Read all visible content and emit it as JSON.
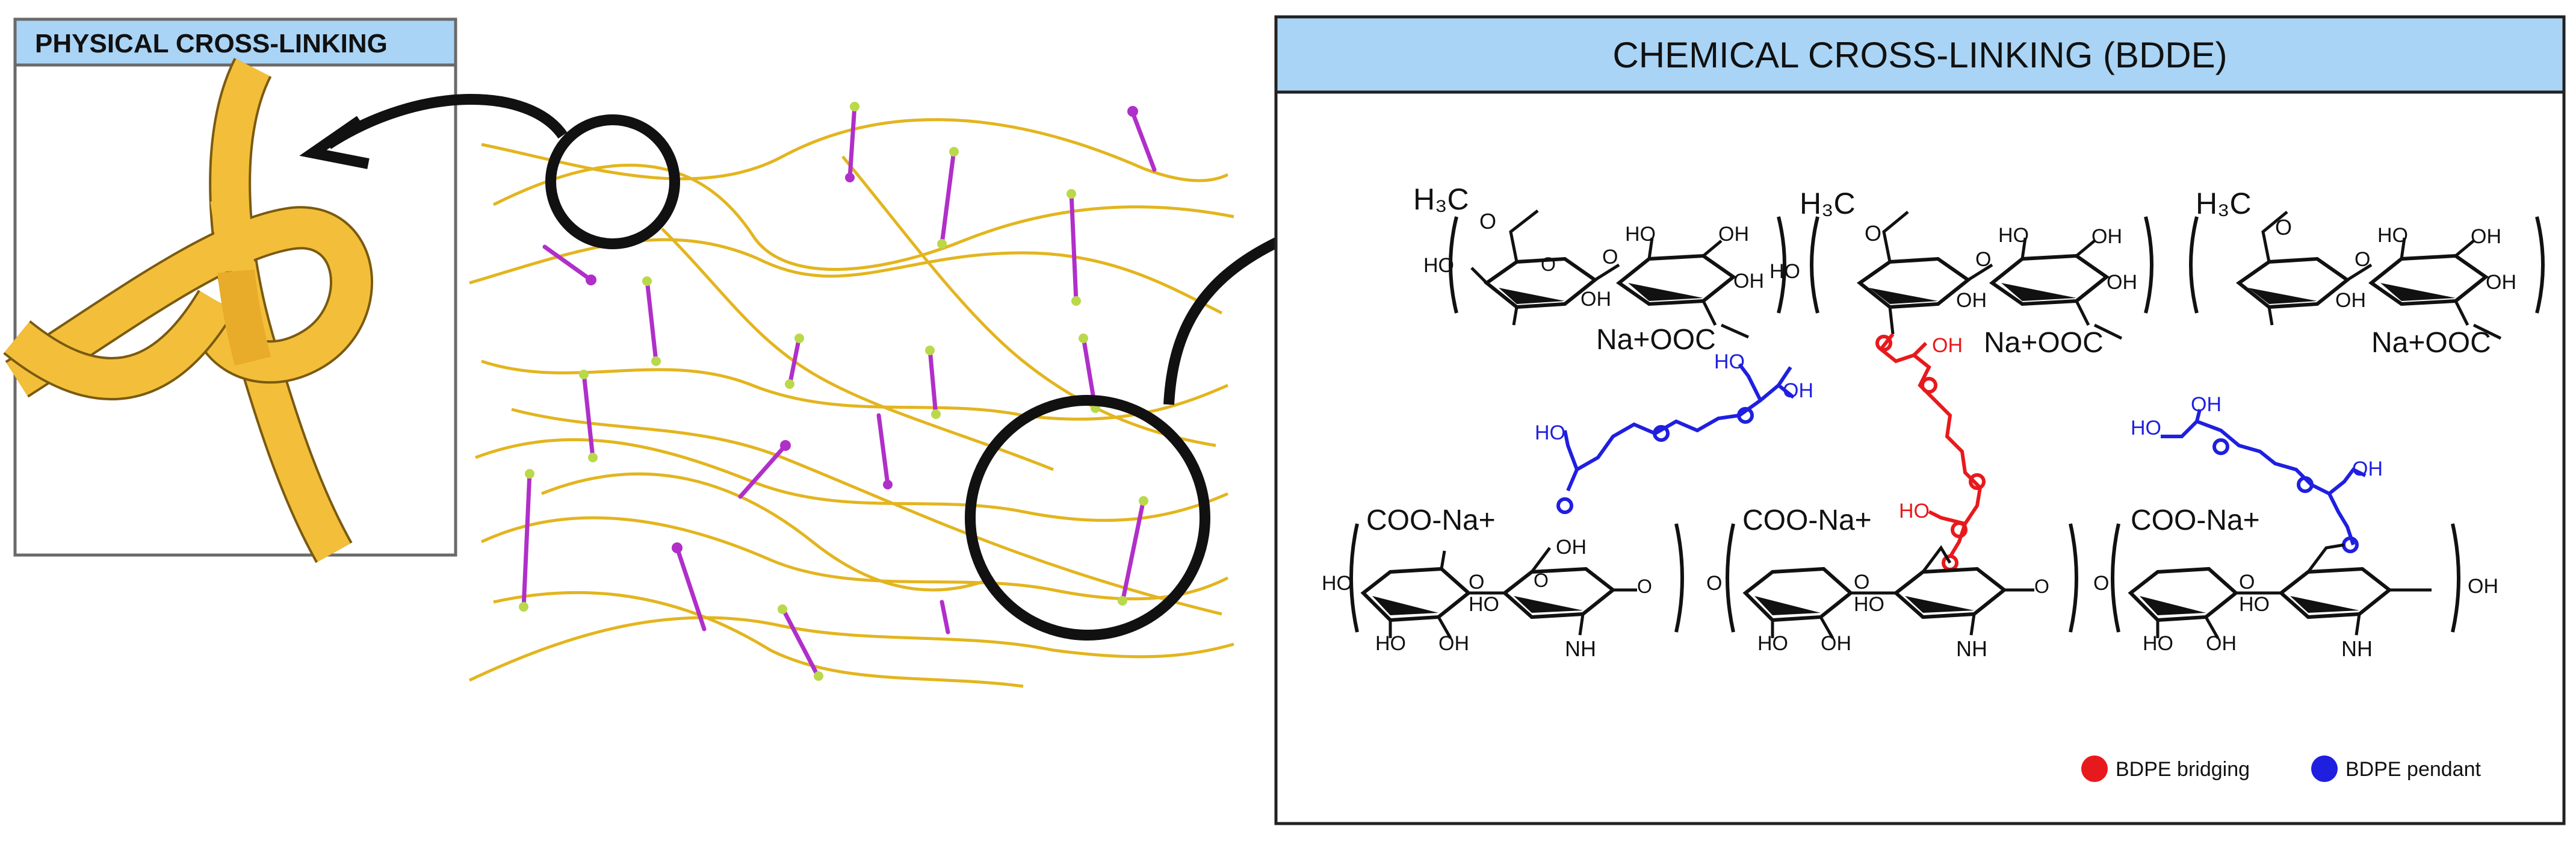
{
  "panels": {
    "physical": {
      "title": "PHYSICAL CROSS-LINKING"
    },
    "chemical": {
      "title": "CHEMICAL CROSS-LINKING (BDDE)"
    }
  },
  "chem_labels": {
    "h3c": "H₃C",
    "o": "O",
    "ho": "HO",
    "oh": "OH",
    "na_ooc": "Na+OOC",
    "coo_na": "COO-Na+",
    "nh": "NH"
  },
  "legend": [
    {
      "label": "BDPE bridging",
      "color": "#e8191c"
    },
    {
      "label": "BDPE pendant",
      "color": "#1f1fe0"
    }
  ],
  "colors": {
    "header_bg": "#a9d4f5",
    "fiber": "#e3b51e",
    "crosslink": "#b02fc9",
    "node": "#b9d94a",
    "knot": "#f3bf3a",
    "knot_edge": "#7a5a10",
    "bridge": "#e8191c",
    "pendant": "#1f1fe0",
    "ring": "#111111"
  }
}
